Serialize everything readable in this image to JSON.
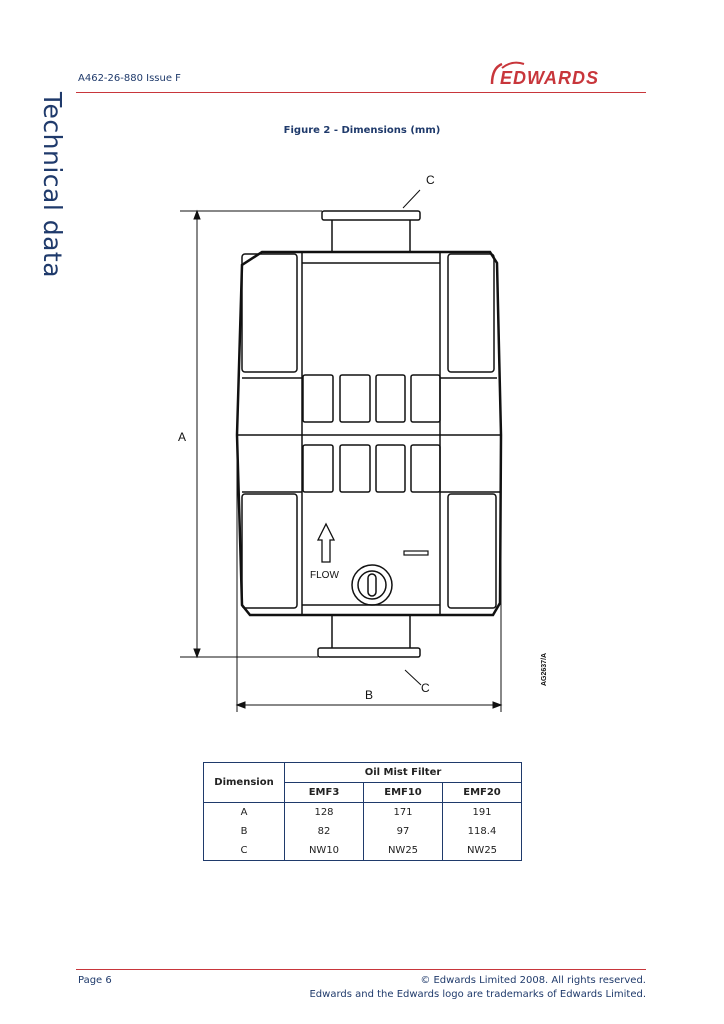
{
  "header": {
    "doc_id": "A462-26-880 Issue F",
    "logo_text": "EDWARDS"
  },
  "side_title": "Technical data",
  "figure": {
    "title": "Figure 2 - Dimensions (mm)",
    "labels": {
      "c_top": "C",
      "a": "A",
      "b": "B",
      "c_bottom": "C",
      "flow": "FLOW",
      "ref": "AG2637/A"
    }
  },
  "table": {
    "dim_header": "Dimension",
    "group_header": "Oil Mist Filter",
    "models": [
      "EMF3",
      "EMF10",
      "EMF20"
    ],
    "rows": [
      {
        "dim": "A",
        "values": [
          "128",
          "171",
          "191"
        ]
      },
      {
        "dim": "B",
        "values": [
          "82",
          "97",
          "118.4"
        ]
      },
      {
        "dim": "C",
        "values": [
          "NW10",
          "NW25",
          "NW25"
        ]
      }
    ]
  },
  "footer": {
    "page": "Page 6",
    "copyright": "© Edwards Limited 2008. All rights reserved.",
    "trademark": "Edwards and the Edwards logo are trademarks of Edwards Limited."
  },
  "colors": {
    "brand_red": "#c8363b",
    "navy": "#1f3a6b"
  }
}
